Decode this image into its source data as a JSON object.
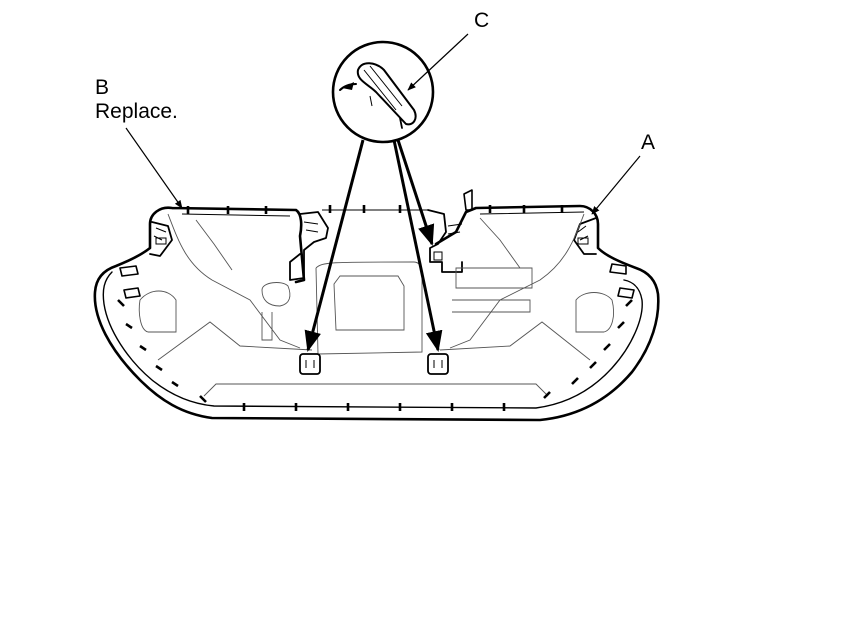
{
  "labels": {
    "a": "A",
    "b": "B",
    "b_note": "Replace.",
    "c": "C"
  }
}
